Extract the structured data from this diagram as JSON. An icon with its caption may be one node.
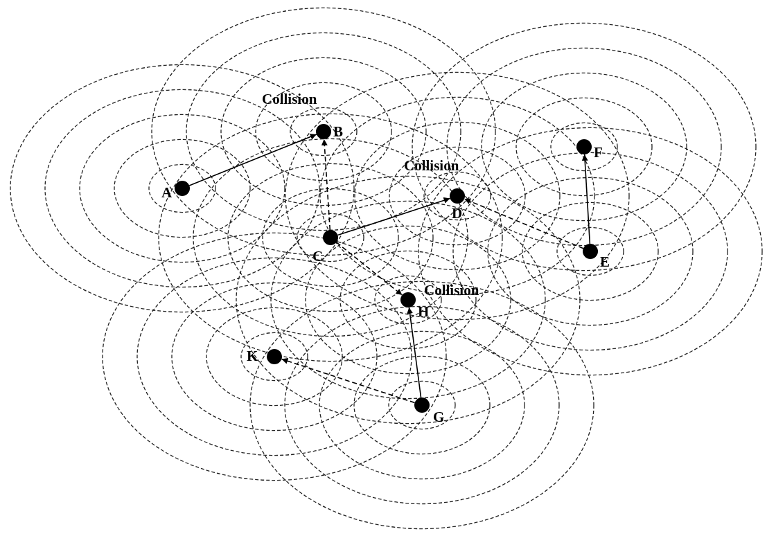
{
  "diagram": {
    "nodes": [
      {
        "text": [],
        "shape": "circle",
        "beside": [
          "B"
        ]
      },
      {
        "text": [],
        "shape": "circle",
        "beside": [
          "F"
        ]
      },
      {
        "text": [],
        "shape": "circle",
        "beside": [
          "A"
        ]
      },
      {
        "text": [],
        "shape": "circle",
        "beside": [
          "D"
        ]
      },
      {
        "text": [],
        "shape": "circle",
        "beside": [
          "C"
        ]
      },
      {
        "text": [],
        "shape": "circle",
        "beside": [
          "E"
        ]
      },
      {
        "text": [],
        "shape": "circle",
        "beside": [
          "H"
        ]
      },
      {
        "text": [],
        "shape": "circle",
        "beside": [
          "K"
        ]
      },
      {
        "text": [],
        "shape": "circle",
        "beside": [
          "G"
        ]
      }
    ],
    "edges": [
      {
        "from": 2,
        "to": 0,
        "arrow": "to"
      },
      {
        "from": 4,
        "to": 0,
        "arrow": "to",
        "style": "dashed"
      },
      {
        "from": 4,
        "to": 3,
        "arrow": "to"
      },
      {
        "from": 5,
        "to": 3,
        "arrow": "to",
        "style": "dashed"
      },
      {
        "from": 5,
        "to": 1,
        "arrow": "to"
      },
      {
        "from": 4,
        "to": 6,
        "arrow": "to",
        "style": "dashed"
      },
      {
        "from": 8,
        "to": 6,
        "arrow": "to"
      },
      {
        "from": 8,
        "to": 7,
        "arrow": "to",
        "style": "dashed"
      }
    ],
    "labels": [
      "Collision",
      "Collision",
      "Collision"
    ]
  }
}
